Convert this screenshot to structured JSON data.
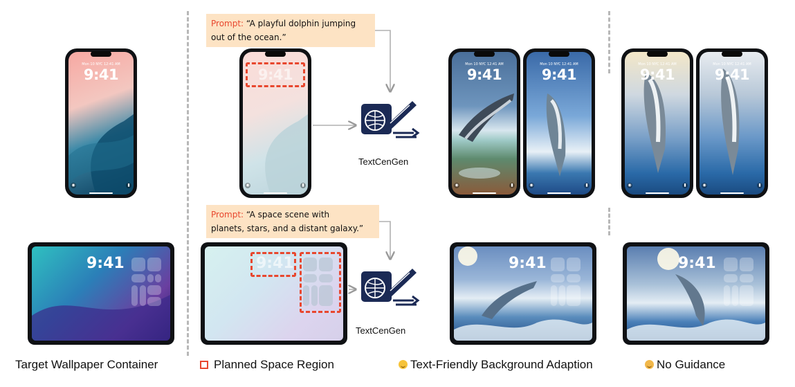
{
  "prompts": [
    {
      "keyword": "Prompt:",
      "line1": "“A playful dolphin jumping",
      "line2": "out of the ocean.”"
    },
    {
      "keyword": "Prompt:",
      "line1": "“A space scene with",
      "line2": "planets, stars, and a distant galaxy.”"
    }
  ],
  "method_label": "TextCenGen",
  "phone": {
    "status": "Mon 10  NYC 12:41 AM",
    "time": "9:41"
  },
  "tablet": {
    "time": "9:41"
  },
  "legend": {
    "target": "Target Wallpaper Container",
    "planned": "Planned Space Region",
    "friendly": "Text-Friendly Background Adaption",
    "noguide": "No Guidance"
  },
  "icons": [
    "logo-icon",
    "camera-icon",
    "flashlight-icon",
    "emoji-icon",
    "dashed-square-icon"
  ],
  "colors": {
    "accent": "#e8472e",
    "prompt_bg": "#fde3c4",
    "divider": "#b8b8b8",
    "logo": "#1b2a55"
  }
}
